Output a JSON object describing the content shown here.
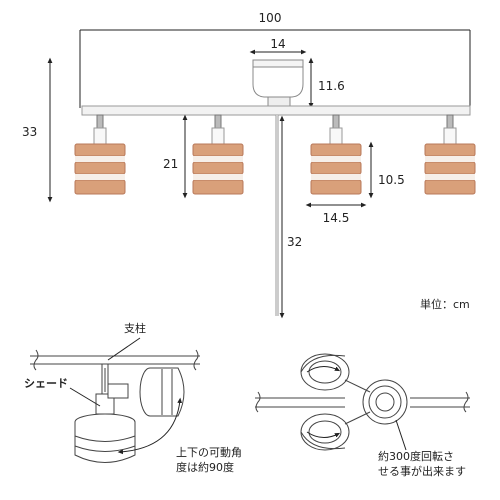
{
  "dimensions": {
    "total_width": "100",
    "canopy_width": "14",
    "canopy_height": "11.6",
    "overall_height": "33",
    "arm_height": "21",
    "shade_height": "10.5",
    "shade_width": "14.5",
    "cord_length": "32"
  },
  "unit_label": "単位：cm",
  "callouts": {
    "pillar": "支柱",
    "shade": "シェード",
    "tilt_line1": "上下の可動角",
    "tilt_line2": "度は約90度",
    "rotate_line1": "約300度回転さ",
    "rotate_line2": "せる事が出来ます"
  },
  "colors": {
    "wood": "#d9a07a",
    "wood_dark": "#b8785a",
    "rail": "#f2f2f2",
    "line": "#222222"
  }
}
